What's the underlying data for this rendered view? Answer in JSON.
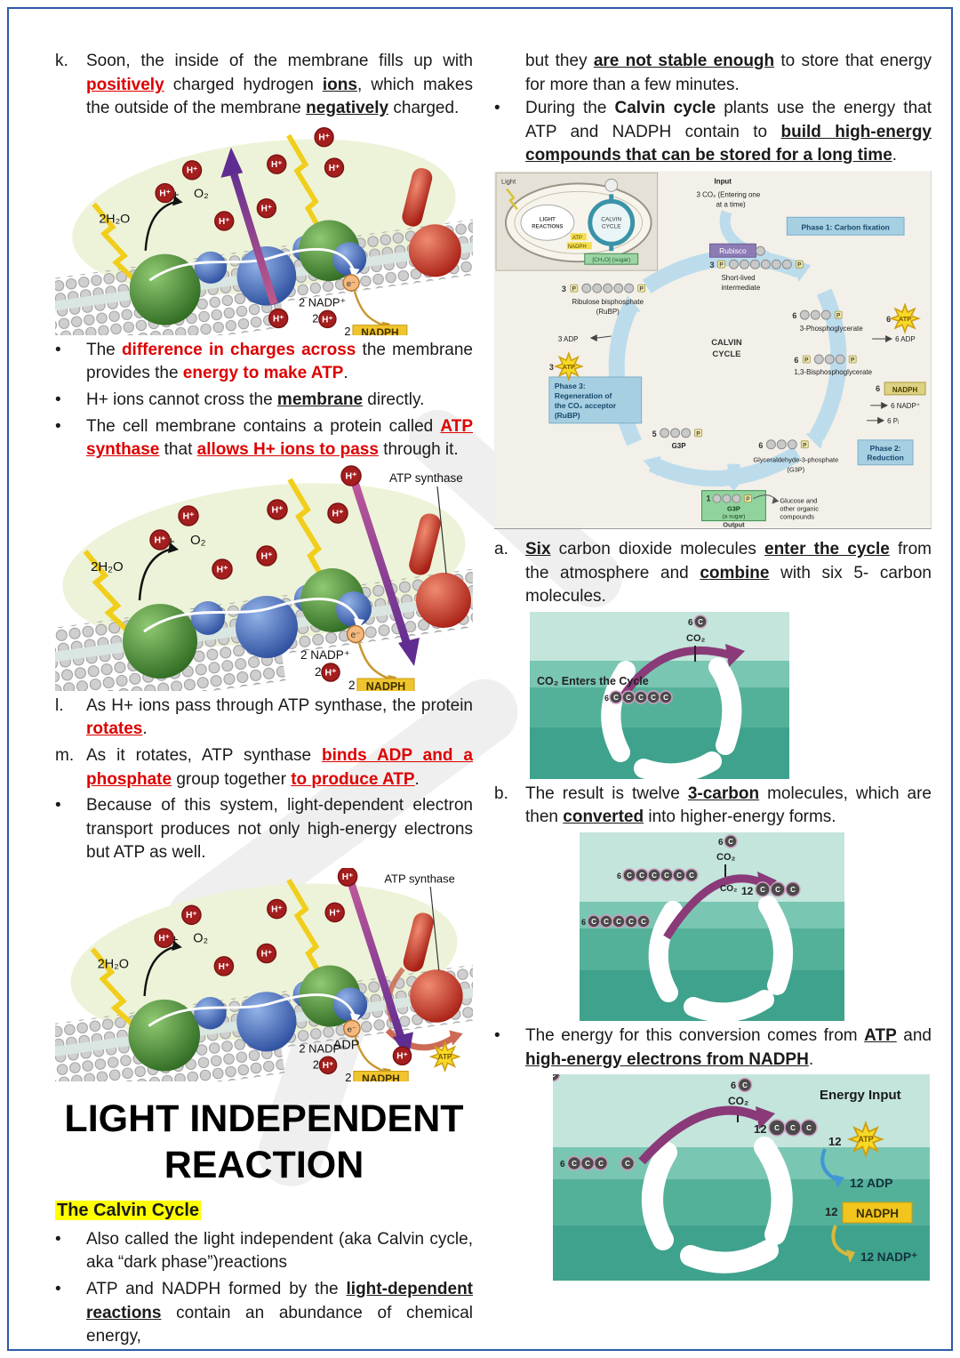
{
  "page": {
    "type": "study-notes",
    "topic": "Photosynthesis - Light Independent Reaction"
  },
  "colors": {
    "accent_red": "#dd0000",
    "highlight_yellow": "#ffff00",
    "frame_blue": "#2c5aa8",
    "nadph_gold": "#f0c42c",
    "teal_background": "#54b199",
    "calvin_arrow_blue": "#bcdcec"
  },
  "left": {
    "k": {
      "m": "k.",
      "s1": "Soon, the inside of the membrane fills up with ",
      "s2": "positively",
      "s3": " charged hydrogen ",
      "s4": "ions",
      "s5": ", which makes the outside of the membrane ",
      "s6": "negatively",
      "s7": " charged."
    },
    "b1": {
      "m": "•",
      "s1": "The ",
      "s2": "difference in charges across",
      "s3": " the membrane provides the ",
      "s4": "energy to make ATP",
      "s5": "."
    },
    "b2": {
      "m": "•",
      "s1": "H+ ions cannot cross the ",
      "s2": "membrane",
      "s3": " directly."
    },
    "b3": {
      "m": "•",
      "s1": "The cell membrane contains a protein called ",
      "s2": "ATP synthase",
      "s3": " that ",
      "s4": "allows H+ ions to pass",
      "s5": " through it."
    },
    "l": {
      "m": "l.",
      "s1": "As H+ ions pass through ATP synthase, the protein ",
      "s2": "rotates",
      "s3": "."
    },
    "mm": {
      "m": "m.",
      "s1": "As it rotates, ATP synthase ",
      "s2": "binds ADP and a phosphate",
      "s3": " group together ",
      "s4": "to produce ATP",
      "s5": "."
    },
    "b4": {
      "m": "•",
      "s1": "Because of this system, light-dependent electron transport produces not only high-energy electrons but ATP as well."
    },
    "title1": "LIGHT INDEPENDENT",
    "title2": "REACTION",
    "calvin_heading": "The Calvin Cycle",
    "b5": {
      "m": "•",
      "s1": "Also called the light independent (aka Calvin cycle, aka “dark phase”)reactions"
    },
    "b6": {
      "m": "•",
      "s1": "ATP and NADPH formed by the ",
      "s2": "light-dependent reactions",
      "s3": " contain an abundance of chemical energy,"
    }
  },
  "right": {
    "cont": {
      "s1": "but they ",
      "s2": "are not stable enough",
      "s3": " to store that energy for more than a few minutes."
    },
    "b7": {
      "m": "•",
      "s1": "During the ",
      "s2": "Calvin cycle",
      "s3": " plants use the energy that ATP and NADPH contain to ",
      "s4": "build high-energy compounds that can be stored for a long time",
      "s5": "."
    },
    "a": {
      "m": "a.",
      "s1": "Six",
      "s2": " carbon dioxide molecules ",
      "s3": "enter the cycle",
      "s4": " from the atmosphere and ",
      "s5": "combine",
      "s6": " with six 5- carbon molecules."
    },
    "b": {
      "m": "b.",
      "s1": "The result is twelve ",
      "s2": "3-carbon",
      "s3": " molecules, which are then ",
      "s4": "converted",
      "s5": " into higher-energy forms."
    },
    "b8": {
      "m": "•",
      "s1": "The energy for this conversion comes from ",
      "s2": "ATP",
      "s3": " and ",
      "s4": "high-energy electrons from NADPH",
      "s5": "."
    }
  },
  "membrane": {
    "h2o": "2H₂O",
    "plus": "+",
    "o2": "O₂",
    "hp": "H⁺",
    "e": "e⁻",
    "nadp": "2 NADP⁺",
    "two": "2",
    "nadph": "NADPH",
    "atp_synthase": "ATP synthase",
    "adp": "ADP",
    "atp": "ATP"
  },
  "calvin": {
    "input": "Input",
    "co2_line1": "3 CO₂ (Entering one",
    "co2_line2": "at a time)",
    "phase1": "Phase 1: Carbon fixation",
    "rubisco": "Rubisco",
    "short1": "Short-lived",
    "short2": "intermediate",
    "n3": "3",
    "n6": "6",
    "n5": "5",
    "n1": "1",
    "pga": "3-Phosphoglycerate",
    "atp": "ATP",
    "adp6": "6 ADP",
    "adp3": "3 ADP",
    "bpg": "1,3-Bisphosphoglycerate",
    "nadph": "NADPH",
    "nadp6": "6 NADP⁺",
    "pi6": "6 Pᵢ",
    "phase2a": "Phase 2:",
    "phase2b": "Reduction",
    "g3p_long": "Glyceraldehyde-3-phosphate",
    "g3p_paren": "(G3P)",
    "phase3a": "Phase 3:",
    "phase3b": "Regeneration of",
    "phase3c": "the CO₂ acceptor",
    "phase3d": "(RuBP)",
    "g3p": "G3P",
    "rubp1": "Ribulose bisphosphate",
    "rubp2": "(RuBP)",
    "calvin1": "CALVIN",
    "calvin2": "CYCLE",
    "sugar": "(a sugar)",
    "output": "Output",
    "glucose1": "Glucose and",
    "glucose2": "other organic",
    "glucose3": "compounds",
    "p": "P",
    "inset": {
      "light": "Light",
      "lr1": "LIGHT",
      "lr2": "REACTIONS",
      "cc1": "CALVIN",
      "cc2": "CYCLE",
      "atp": "ATP",
      "nadph": "NADPH",
      "sugar": "[CH₂O] (sugar)"
    }
  },
  "teal": {
    "c": "C",
    "co2": "CO₂",
    "n6": "6",
    "n12": "12",
    "t1_caption": "CO₂ Enters the Cycle",
    "t3_energy": "Energy Input",
    "t3_atp": "ATP",
    "t3_adp": "12 ADP",
    "t3_nadph": "NADPH",
    "t3_nadp": "12 NADP⁺"
  }
}
